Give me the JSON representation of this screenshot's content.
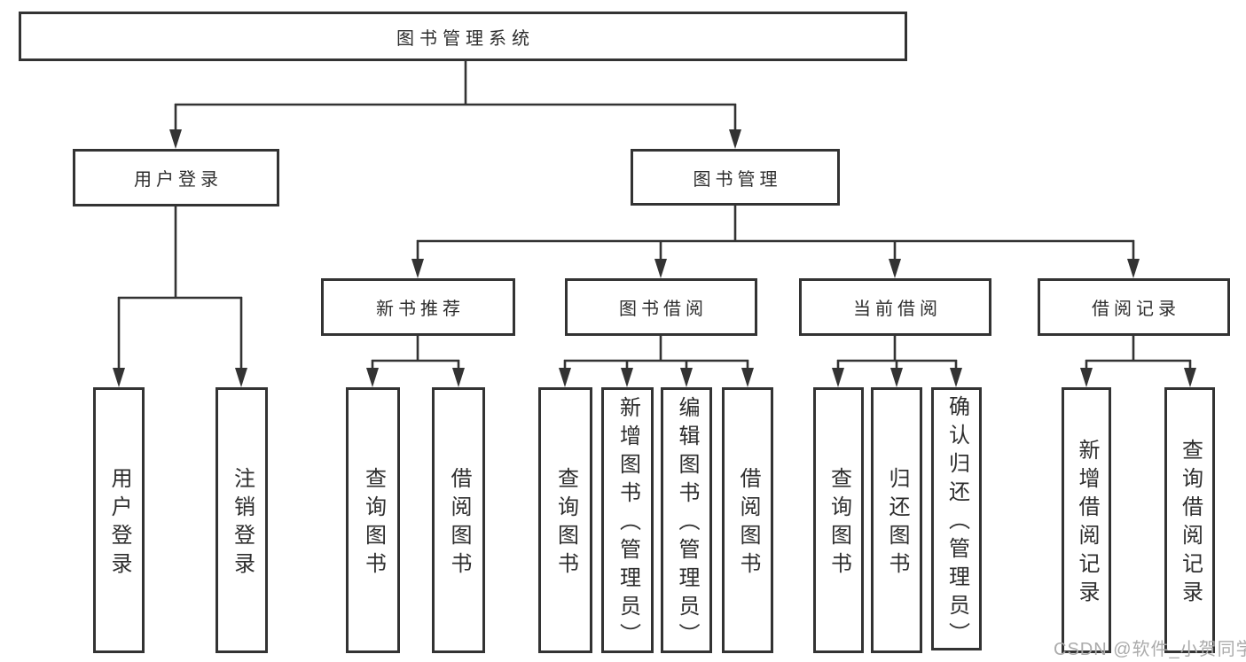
{
  "diagram": {
    "title": "图书管理系统",
    "watermark": "CSDN @软件_小贺同学",
    "colors": {
      "line": "#333333",
      "box_border": "#333333",
      "box_fill": "#ffffff",
      "text": "#2e2e2e",
      "watermark": "#ababab",
      "background": "#ffffff"
    },
    "nodes": {
      "root": {
        "label": "图书管理系统"
      },
      "user_login_branch": {
        "label": "用户登录"
      },
      "book_mgmt": {
        "label": "图书管理"
      },
      "login": {
        "label": "用户登录"
      },
      "logout": {
        "label": "注销登录"
      },
      "new_book_rec": {
        "label": "新书推荐"
      },
      "book_borrow": {
        "label": "图书借阅"
      },
      "current_borrow": {
        "label": "当前借阅"
      },
      "borrow_records": {
        "label": "借阅记录"
      },
      "rec_query_books": {
        "label": "查询图书"
      },
      "rec_borrow_books": {
        "label": "借阅图书"
      },
      "bb_query_books": {
        "label": "查询图书"
      },
      "bb_add_books": {
        "label": "新增图书（管理员）"
      },
      "bb_edit_books": {
        "label": "编辑图书（管理员）"
      },
      "bb_borrow_books": {
        "label": "借阅图书"
      },
      "cb_query_books": {
        "label": "查询图书"
      },
      "cb_return_books": {
        "label": "归还图书"
      },
      "cb_confirm_return": {
        "label": "确认归还（管理员）"
      },
      "br_add_record": {
        "label": "新增借阅记录"
      },
      "br_query_record": {
        "label": "查询借阅记录"
      }
    },
    "hierarchy_note": "图书管理系统 → [用户登录 → (用户登录, 注销登录)], [图书管理 → (新书推荐 → 查询图书/借阅图书), (图书借阅 → 查询图书/新增图书（管理员）/编辑图书（管理员）/借阅图书), (当前借阅 → 查询图书/归还图书/确认归还（管理员）), (借阅记录 → 新增借阅记录/查询借阅记录)]"
  }
}
